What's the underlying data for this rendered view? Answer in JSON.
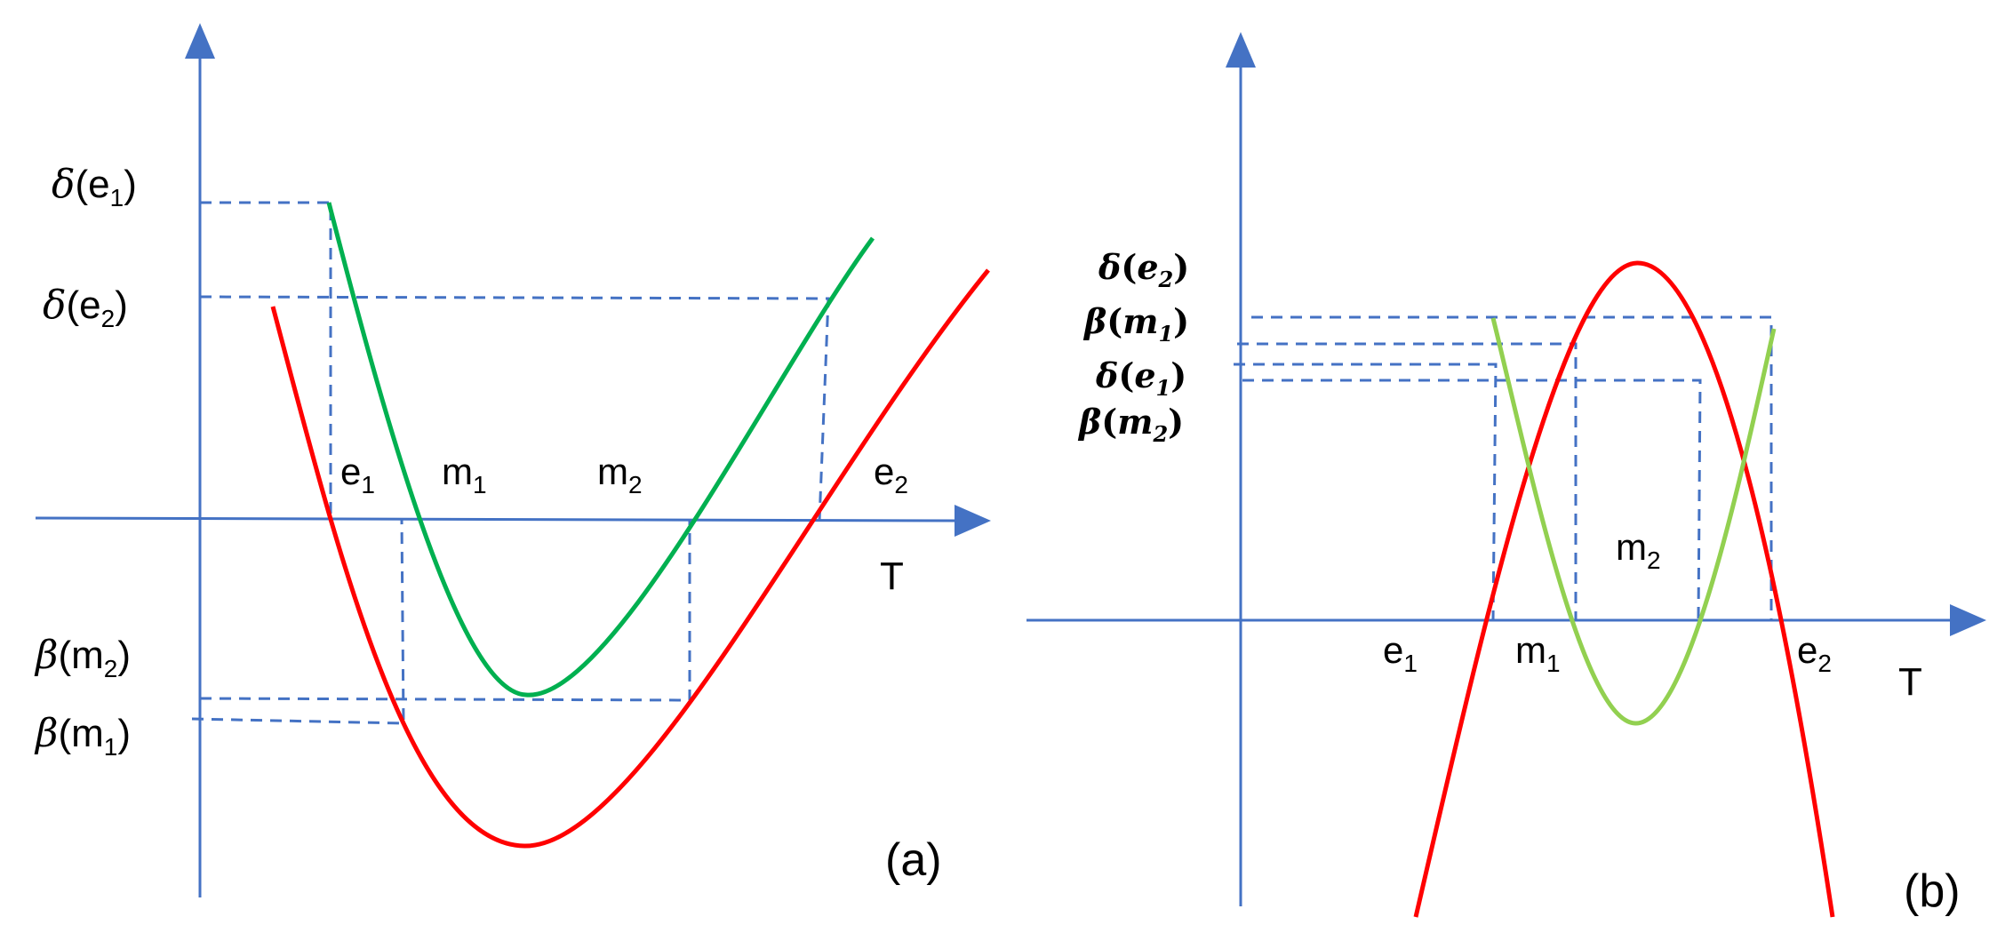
{
  "colors": {
    "axis": "#4472C4",
    "dashed": "#4472C4",
    "red_curve": "#FF0000",
    "green_curve_a": "#00B050",
    "green_curve_b": "#92D050"
  },
  "panel_a": {
    "caption": "(a)",
    "axis_label": "T",
    "points": {
      "e1": {
        "base": "e",
        "sub": "1"
      },
      "m1": {
        "base": "m",
        "sub": "1"
      },
      "m2": {
        "base": "m",
        "sub": "2"
      },
      "e2": {
        "base": "e",
        "sub": "2"
      }
    },
    "levels": {
      "delta_e1": {
        "func": "δ",
        "arg": "e",
        "sub": "1"
      },
      "delta_e2": {
        "func": "δ",
        "arg": "e",
        "sub": "2"
      },
      "beta_m2": {
        "func": "β",
        "arg": "m",
        "sub": "2"
      },
      "beta_m1": {
        "func": "β",
        "arg": "m",
        "sub": "1"
      }
    }
  },
  "panel_b": {
    "caption": "(b)",
    "axis_label": "T",
    "points": {
      "e1": {
        "base": "e",
        "sub": "1"
      },
      "m1": {
        "base": "m",
        "sub": "1"
      },
      "m2": {
        "base": "m",
        "sub": "2"
      },
      "e2": {
        "base": "e",
        "sub": "2"
      }
    },
    "levels": {
      "delta_e2": {
        "func": "δ",
        "arg": "e",
        "sub": "2"
      },
      "beta_m1": {
        "func": "β",
        "arg": "m",
        "sub": "1"
      },
      "delta_e1": {
        "func": "δ",
        "arg": "e",
        "sub": "1"
      },
      "beta_m2": {
        "func": "β",
        "arg": "m",
        "sub": "2"
      }
    }
  }
}
